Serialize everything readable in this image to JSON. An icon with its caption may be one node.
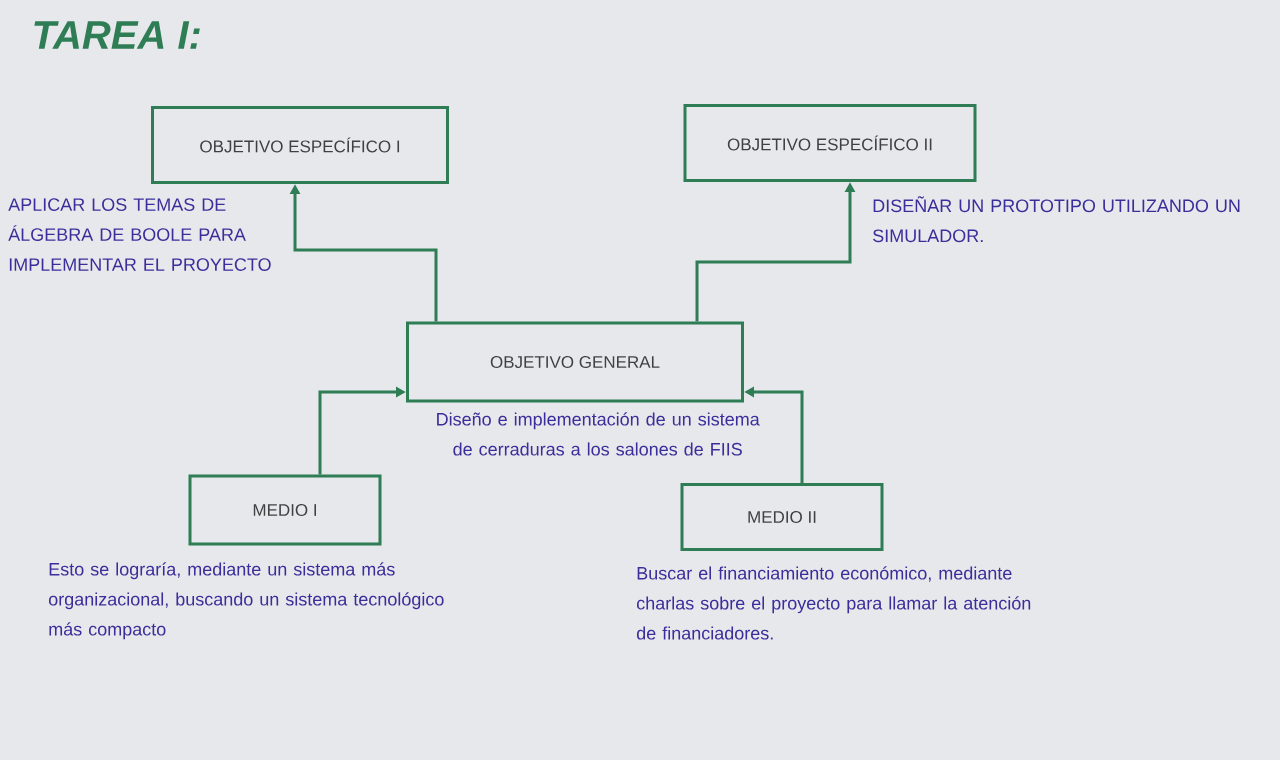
{
  "diagram": {
    "title": "TAREA I:",
    "nodes": [
      {
        "text": [
          "OBJETIVO ESPECÍFICO I"
        ],
        "beside": [
          "APLICAR LOS TEMAS DE ÁLGEBRA DE BOOLE PARA IMPLEMENTAR EL PROYECTO"
        ]
      },
      {
        "text": [
          "OBJETIVO ESPECÍFICO II"
        ],
        "beside": [
          "DISEÑAR UN PROTOTIPO UTILIZANDO UN SIMULADOR."
        ]
      },
      {
        "text": [
          "OBJETIVO GENERAL"
        ],
        "beside": [
          "Diseño e implementación de un sistema de cerraduras a los salones de FIIS"
        ]
      },
      {
        "text": [
          "MEDIO I"
        ],
        "beside": [
          "Esto se lograría, mediante un sistema más organizacional, buscando un sistema tecnológico más compacto"
        ]
      },
      {
        "text": [
          "MEDIO II"
        ],
        "beside": [
          "Buscar el financiamiento económico, mediante charlas sobre el proyecto para llamar la atención de financiadores."
        ]
      }
    ],
    "edges": [
      {
        "from": 2,
        "to": 0,
        "arrow": "to"
      },
      {
        "from": 2,
        "to": 1,
        "arrow": "to"
      },
      {
        "from": 3,
        "to": 2,
        "arrow": "to"
      },
      {
        "from": 4,
        "to": 2,
        "arrow": "to"
      }
    ]
  }
}
